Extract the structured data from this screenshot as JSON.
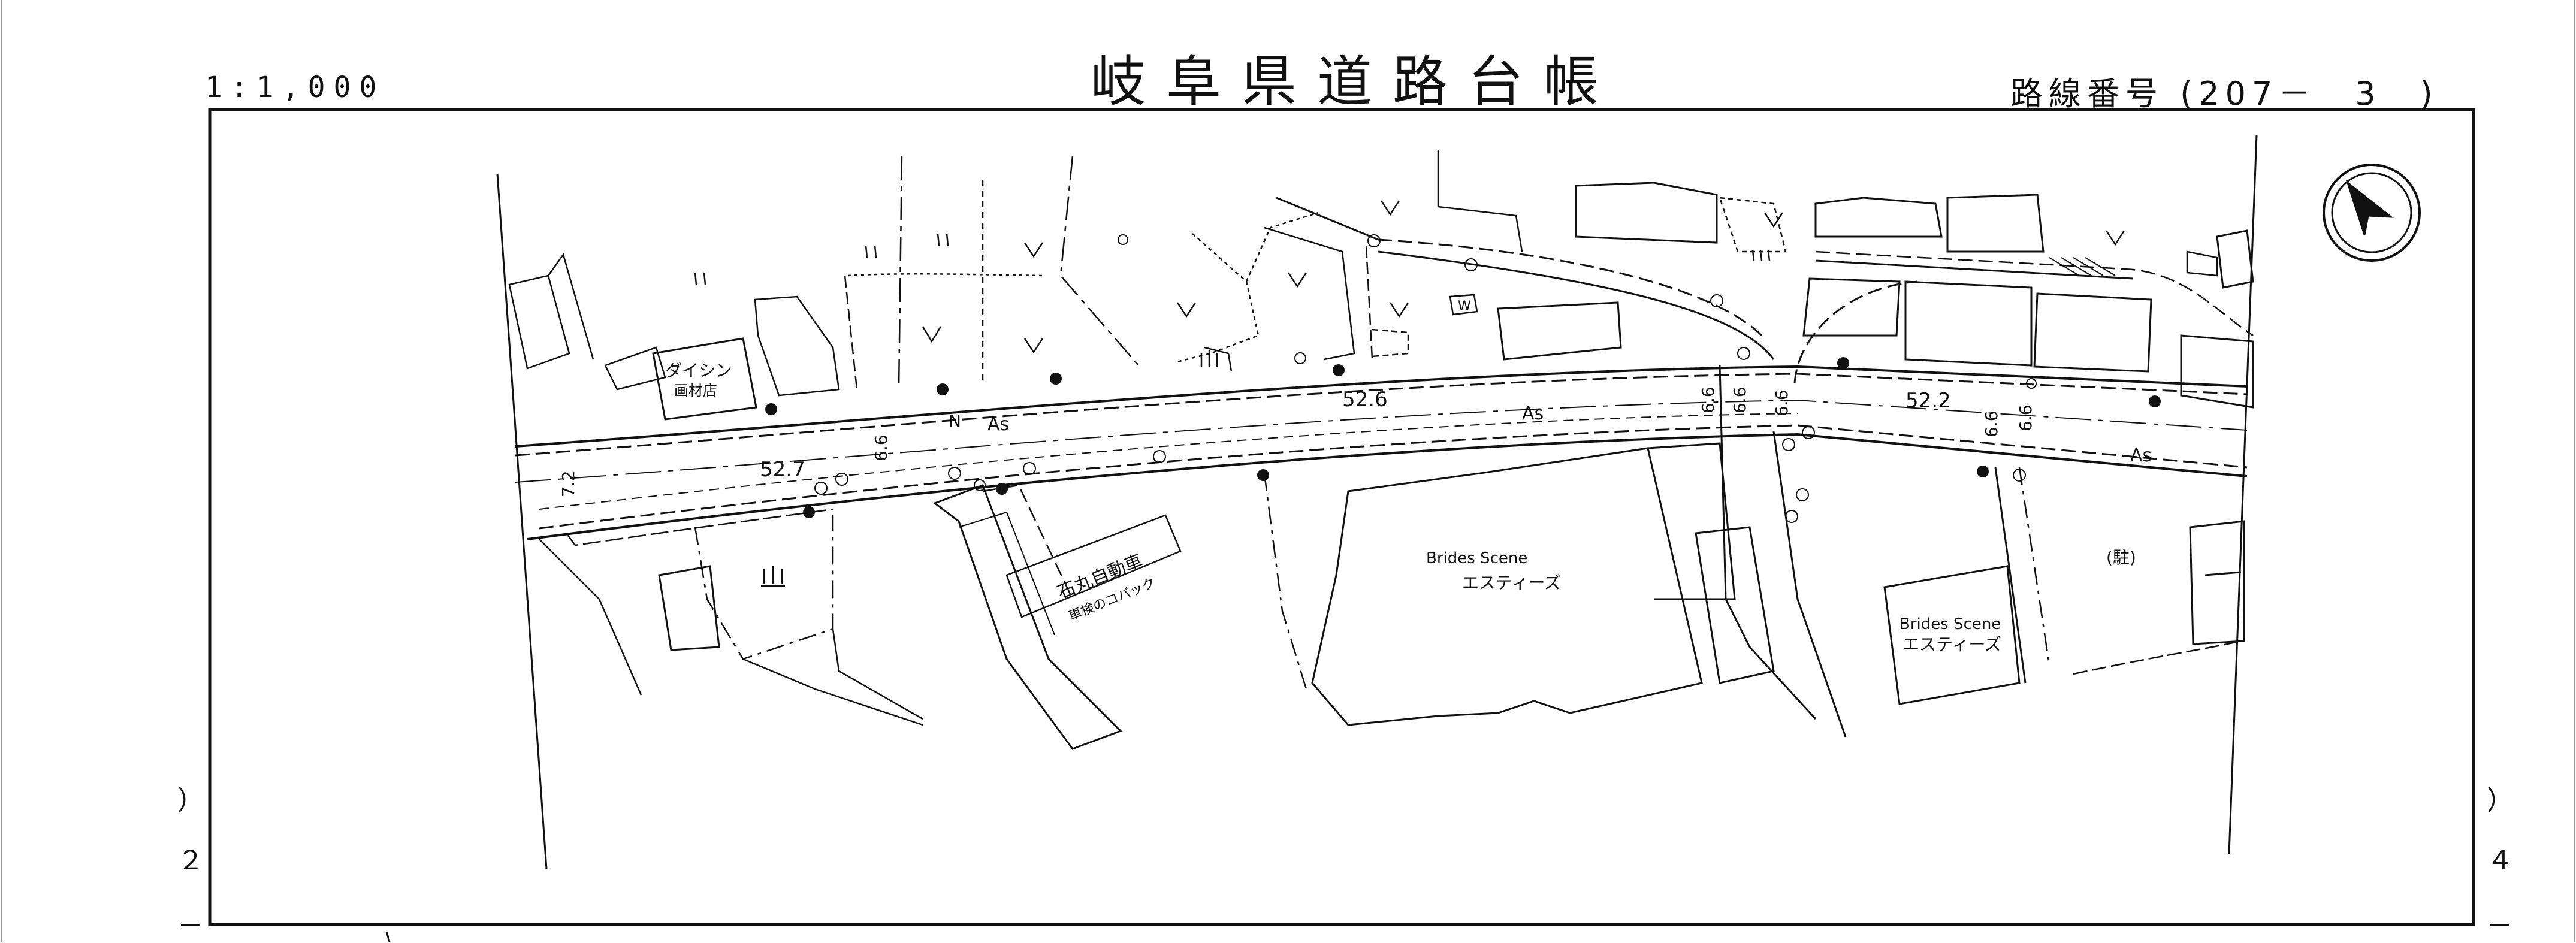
{
  "header": {
    "title": "岐阜県道路台帳",
    "scale": "1:1,000",
    "route_label": "路線番号",
    "route_number": "(207－　3　)"
  },
  "side_marks": {
    "left": [
      "）",
      "２",
      "－"
    ],
    "right": [
      "）",
      "４",
      "－"
    ]
  },
  "map": {
    "buildings": {
      "daishin_line1": "ダイシン",
      "daishin_line2": "画材店",
      "ishimaru_line1": "石丸自動車",
      "ishimaru_line2": "車検のコバック",
      "brides_main_en": "Brides Scene",
      "brides_main_jp": "エスティーズ",
      "brides_annex_en": "Brides Scene",
      "brides_annex_jp": "エスティーズ",
      "parking": "(駐)"
    },
    "road": {
      "width_left": "52.7",
      "width_center": "52.6",
      "width_right": "52.2",
      "surface_1": "As",
      "surface_2": "As",
      "surface_3": "As",
      "north_marker": "N",
      "dim_left": "7.2",
      "dim_66_1": "6.6",
      "dim_66_2": "6.6",
      "dim_66_3": "6.6",
      "dim_66_4": "6.6",
      "dim_66_5": "6.6",
      "dim_66_6": "6.6"
    },
    "symbol_w": "W"
  }
}
